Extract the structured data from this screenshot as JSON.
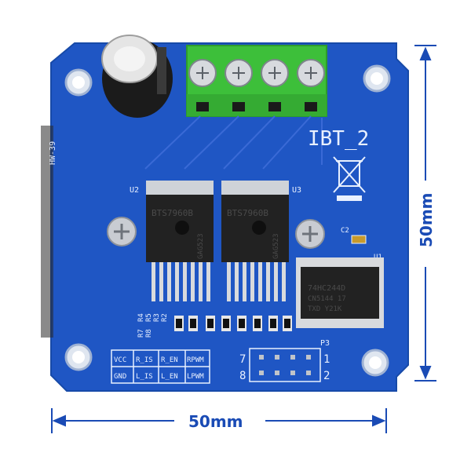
{
  "dimensions": {
    "width_label": "50mm",
    "height_label": "50mm"
  },
  "board": {
    "title": "IBT_2",
    "side_label": "HW-39",
    "u2_label": "U2",
    "u3_label": "U3",
    "u1_label": "U1",
    "c2_label": "C2",
    "p3_label": "P3",
    "chip_left": {
      "line1": "BTS7960B",
      "line2": "GAG523"
    },
    "chip_right": {
      "line1": "BTS7960B",
      "line2": "GAG523"
    },
    "logic_chip": {
      "line1": "74HC244D",
      "line2": "CN5144  17",
      "line3": "TXD  Y21K"
    },
    "resistor_labels": [
      "R7",
      "R8",
      "R4",
      "R5",
      "R3",
      "R2"
    ],
    "pin_table": {
      "row1": [
        "VCC",
        "R_IS",
        "R_EN",
        "RPWM"
      ],
      "row2": [
        "GND",
        "L_IS",
        "L_EN",
        "LPWM"
      ]
    },
    "header_numbers": {
      "left_top": "7",
      "left_bottom": "8",
      "right_top": "1",
      "right_bottom": "2"
    }
  },
  "colors": {
    "pcb": "#1f56c4",
    "terminal": "#3dbf3a",
    "dimension": "#1a4bb5"
  }
}
